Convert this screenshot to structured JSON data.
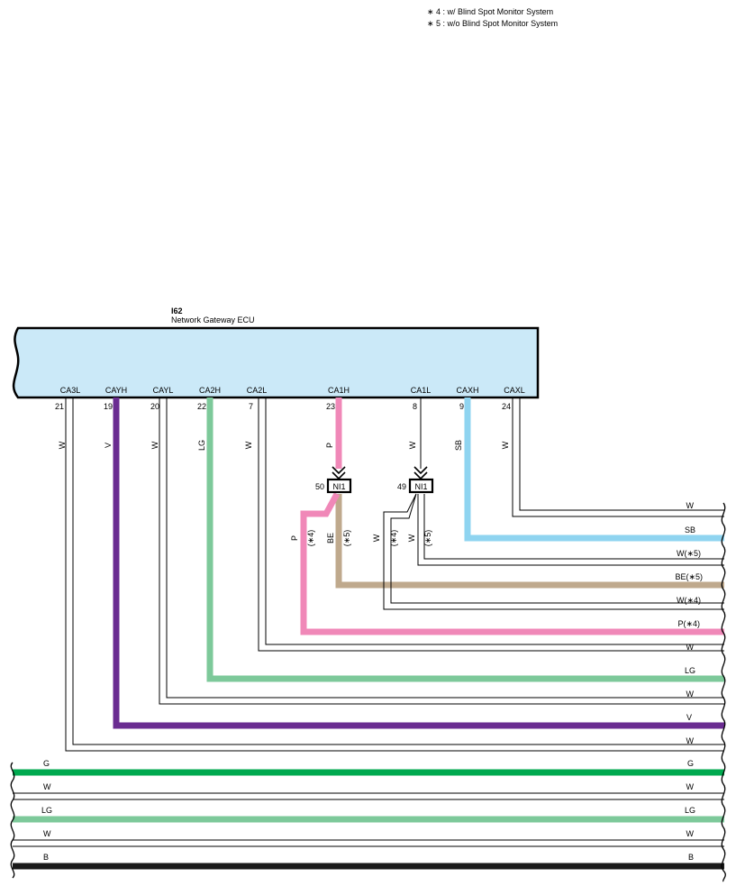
{
  "notes": [
    "∗ 4 : w/ Blind Spot Monitor System",
    "∗ 5 : w/o Blind Spot Monitor System"
  ],
  "ecu": {
    "code": "I62",
    "name": "Network Gateway ECU",
    "fill": "#cbe9f8"
  },
  "pins": [
    {
      "label": "CA3L",
      "num": "21",
      "color": "W"
    },
    {
      "label": "CAYH",
      "num": "19",
      "color": "V"
    },
    {
      "label": "CAYL",
      "num": "20",
      "color": "W"
    },
    {
      "label": "CA2H",
      "num": "22",
      "color": "LG"
    },
    {
      "label": "CA2L",
      "num": "7",
      "color": "W"
    },
    {
      "label": "CA1H",
      "num": "23",
      "color": "P"
    },
    {
      "label": "CA1L",
      "num": "8",
      "color": "W"
    },
    {
      "label": "CAXH",
      "num": "9",
      "color": "SB"
    },
    {
      "label": "CAXL",
      "num": "24",
      "color": "W"
    }
  ],
  "connectors": [
    {
      "num": "50",
      "label": "NI1"
    },
    {
      "num": "49",
      "label": "NI1"
    }
  ],
  "branch_labels": [
    "P",
    "(∗4)",
    "BE",
    "(∗5)",
    "W",
    "(∗4)",
    "W",
    "(∗5)"
  ],
  "right_labels": [
    "W",
    "SB",
    "W(∗5)",
    "BE(∗5)",
    "W(∗4)",
    "P(∗4)",
    "W",
    "LG",
    "W",
    "V",
    "W"
  ],
  "bus_lines": [
    {
      "left": "G",
      "right": "G"
    },
    {
      "left": "W",
      "right": "W"
    },
    {
      "left": "LG",
      "right": "LG"
    },
    {
      "left": "W",
      "right": "W"
    },
    {
      "left": "B",
      "right": "B"
    }
  ],
  "wire_colors": {
    "V": "#6a2c91",
    "P": "#f088b8",
    "LG": "#7dc99a",
    "SB": "#8fd4f0",
    "BE": "#bfa98d",
    "G": "#00a94f",
    "B": "#1a1a1a",
    "W": "#000000"
  }
}
